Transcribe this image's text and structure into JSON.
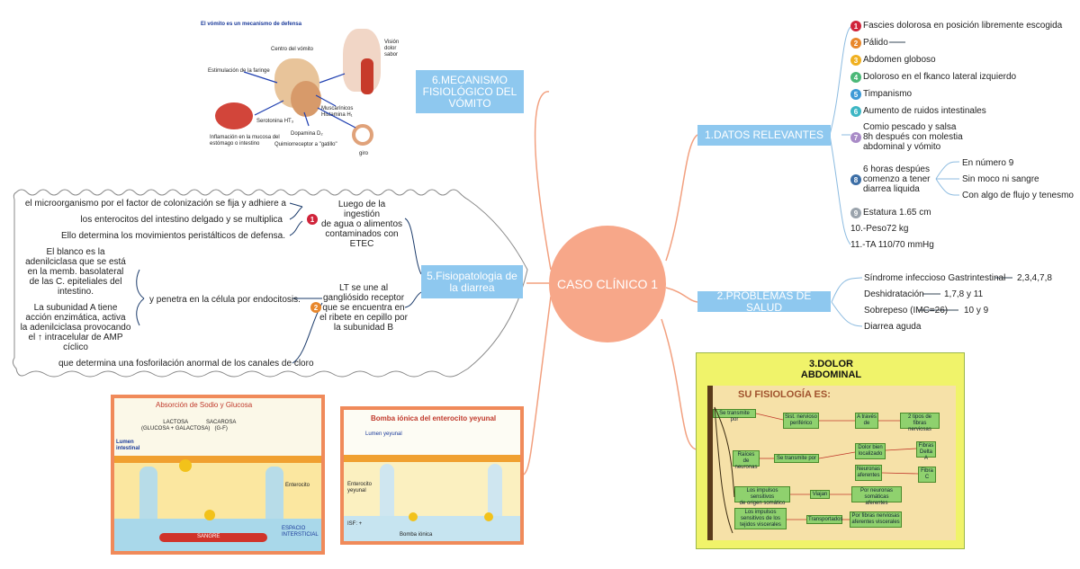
{
  "center": {
    "label": "CASO CLÍNICO 1"
  },
  "topics": {
    "datos": "1.DATOS RELEVANTES",
    "problemas": "2.PROBLEMAS DE SALUD",
    "dolor_title": "3.DOLOR\nABDOMINAL",
    "fisiopatologia": "5.Fisiopatologia de la diarrea",
    "vomito": "6.MECANISMO FISIOLÓGICO DEL VÓMITO"
  },
  "datos_items": [
    {
      "n": "1",
      "text": "Fascies dolorosa en posición libremente escogida",
      "color": "#d0243a"
    },
    {
      "n": "2",
      "text": "Pálido",
      "color": "#e8872c"
    },
    {
      "n": "3",
      "text": "Abdomen globoso",
      "color": "#f0b020"
    },
    {
      "n": "4",
      "text": "Doloroso en el fkanco lateral izquierdo",
      "color": "#4bb878"
    },
    {
      "n": "5",
      "text": "Timpanismo",
      "color": "#3f9ad6"
    },
    {
      "n": "6",
      "text": "Aumento de ruidos intestinales",
      "color": "#3db6c4"
    },
    {
      "n": "7",
      "text": "Comio pescado y salsa\n8h después con molestia\nabdominal y vómito",
      "color": "#a98bc7"
    },
    {
      "n": "8",
      "text": "6 horas despúes\ncomenzo a tener\ndiarrea liquida",
      "color": "#3c6ea6"
    },
    {
      "n": "9",
      "text": "Estatura 1.65 cm",
      "color": "#9aa3ac"
    },
    {
      "n": "",
      "text": "10.-Peso72 kg",
      "color": ""
    },
    {
      "n": "",
      "text": "11.-TA 110/70 mmHg",
      "color": ""
    }
  ],
  "diarrea_subitems": [
    "En número 9",
    "Sin moco ni sangre",
    "Con algo de flujo y tenesmo"
  ],
  "problemas_items": [
    {
      "text": "Síndrome infeccioso Gastrintestinal",
      "ref": "2,3,4,7,8"
    },
    {
      "text": "Deshidratación",
      "ref": "1,7,8 y 11"
    },
    {
      "text": "Sobrepeso (IMC=26)",
      "ref": "10 y 9"
    },
    {
      "text": "Diarrea aguda",
      "ref": ""
    }
  ],
  "fisio": {
    "step1_text": "Luego de la ingestión\nde agua o alimentos\ncontaminados con\nETEC",
    "step1_left": [
      "el microorganismo por el factor de colonización se fija y adhiere a",
      "los enterocitos del intestino delgado y se multiplica",
      "Ello determina los movimientos peristálticos de defensa."
    ],
    "step2_text": "LT se une al\ngangliósido receptor\nque se encuentra en\nel ribete en cepillo por\nla subunidad B",
    "blanco": "El blanco es la\nadenilciclasa que se está\nen la memb. basolateral\nde las C. epiteliales del\nintestino.",
    "subunidad": "La subunidad A tiene\nacción enzimática, activa\nla adenilciclasa provocando\nel ↑ intracelular de AMP\ncíclico",
    "endocitosis": "y penetra en la célula por endocitosis.",
    "fosfo": "que determina una fosforilación anormal de los canales de cloro"
  },
  "vomit_img": {
    "title": "El vómito es un mecanismo de defensa",
    "centro": "Centro del vómito",
    "faringe": "Estimulación de la faringe",
    "serotonina": "Serotonina HT₃",
    "inflamacion": "Inflamación en la mucosa del\nestómago o intestino",
    "quimio": "Quimiorreceptor a \"gatillo\"",
    "dopamina": "Dopamina D₂",
    "muscarinicos": "Muscarínicos\nHistamina H₁",
    "giro": "giro",
    "side": "Visión\ndolor\nsabor"
  },
  "sodio_img": {
    "title": "Absorción de Sodio y Glucosa",
    "lactosa": "LACTOSA\n(GLUCOSA + GALACTOSA)",
    "sacarosa": "SACAROSA\n(G-F)",
    "lumen": "Lumen\nintestinal",
    "enterocito": "Enterocito",
    "espacio": "ESPACIO\nINTERSTICIAL",
    "sangre": "SANGRE"
  },
  "bomba_img": {
    "title": "Bomba iónica del enterocito yeyunal",
    "lumen": "Lumen yeyunal",
    "enterocito": "Enterocito\nyeyunal",
    "isf": "ISF: +",
    "bomba": "Bomba iónica"
  },
  "dolor_img": {
    "subtitle": "SU FISIOLOGÍA ES:",
    "boxes": [
      "Se transmite por",
      "Sist. nervioso\nperiférico",
      "A través\nde",
      "2 tipos de\nfibras nerviosas",
      "Raíces de\nneuronas",
      "Se transmite por",
      "Dolor bien\nlocalizado",
      "Fibras\nDelta A",
      "Neuronas\naferentes",
      "Fibra\nC",
      "Los impulsos sensitivos\nde origen somático",
      "Viajan",
      "Por neuronas\nsomáticas aferentes",
      "Los impulsos\nsensitivos de los\ntejidos viscerales",
      "Transportados",
      "Por fibras nerviosas\naferentes viscerales"
    ]
  }
}
